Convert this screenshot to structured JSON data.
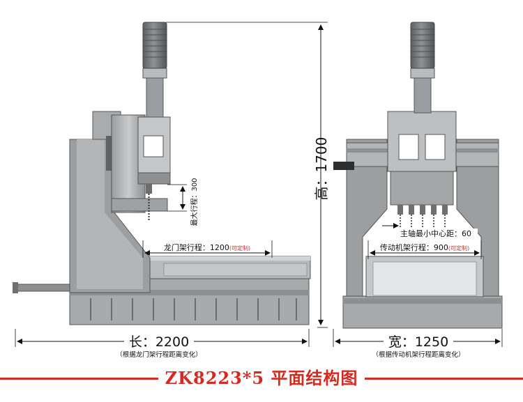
{
  "title": "ZK8223*5 平面结构图",
  "colors": {
    "title_red": "#d42a22",
    "steel_dark": "#7d7f81",
    "steel_mid": "#a9abad",
    "steel_light": "#d0d2d4",
    "motor": "#6e7274"
  },
  "dimensions": {
    "height_label": "高：1700",
    "length_label": "长：2200",
    "length_note": "（根据龙门架行程距离变化）",
    "width_label": "宽：1250",
    "width_note": "（根据传动机架行程距离变化）",
    "max_stroke_label": "最大行程：300",
    "gantry_stroke_prefix": "龙门架行程：1200",
    "gantry_stroke_suffix": "(可定制)",
    "drive_stroke_prefix": "传动机架行程：900",
    "drive_stroke_suffix": "(可定制)",
    "spindle_distance_label": "主轴最小中心距：60"
  }
}
